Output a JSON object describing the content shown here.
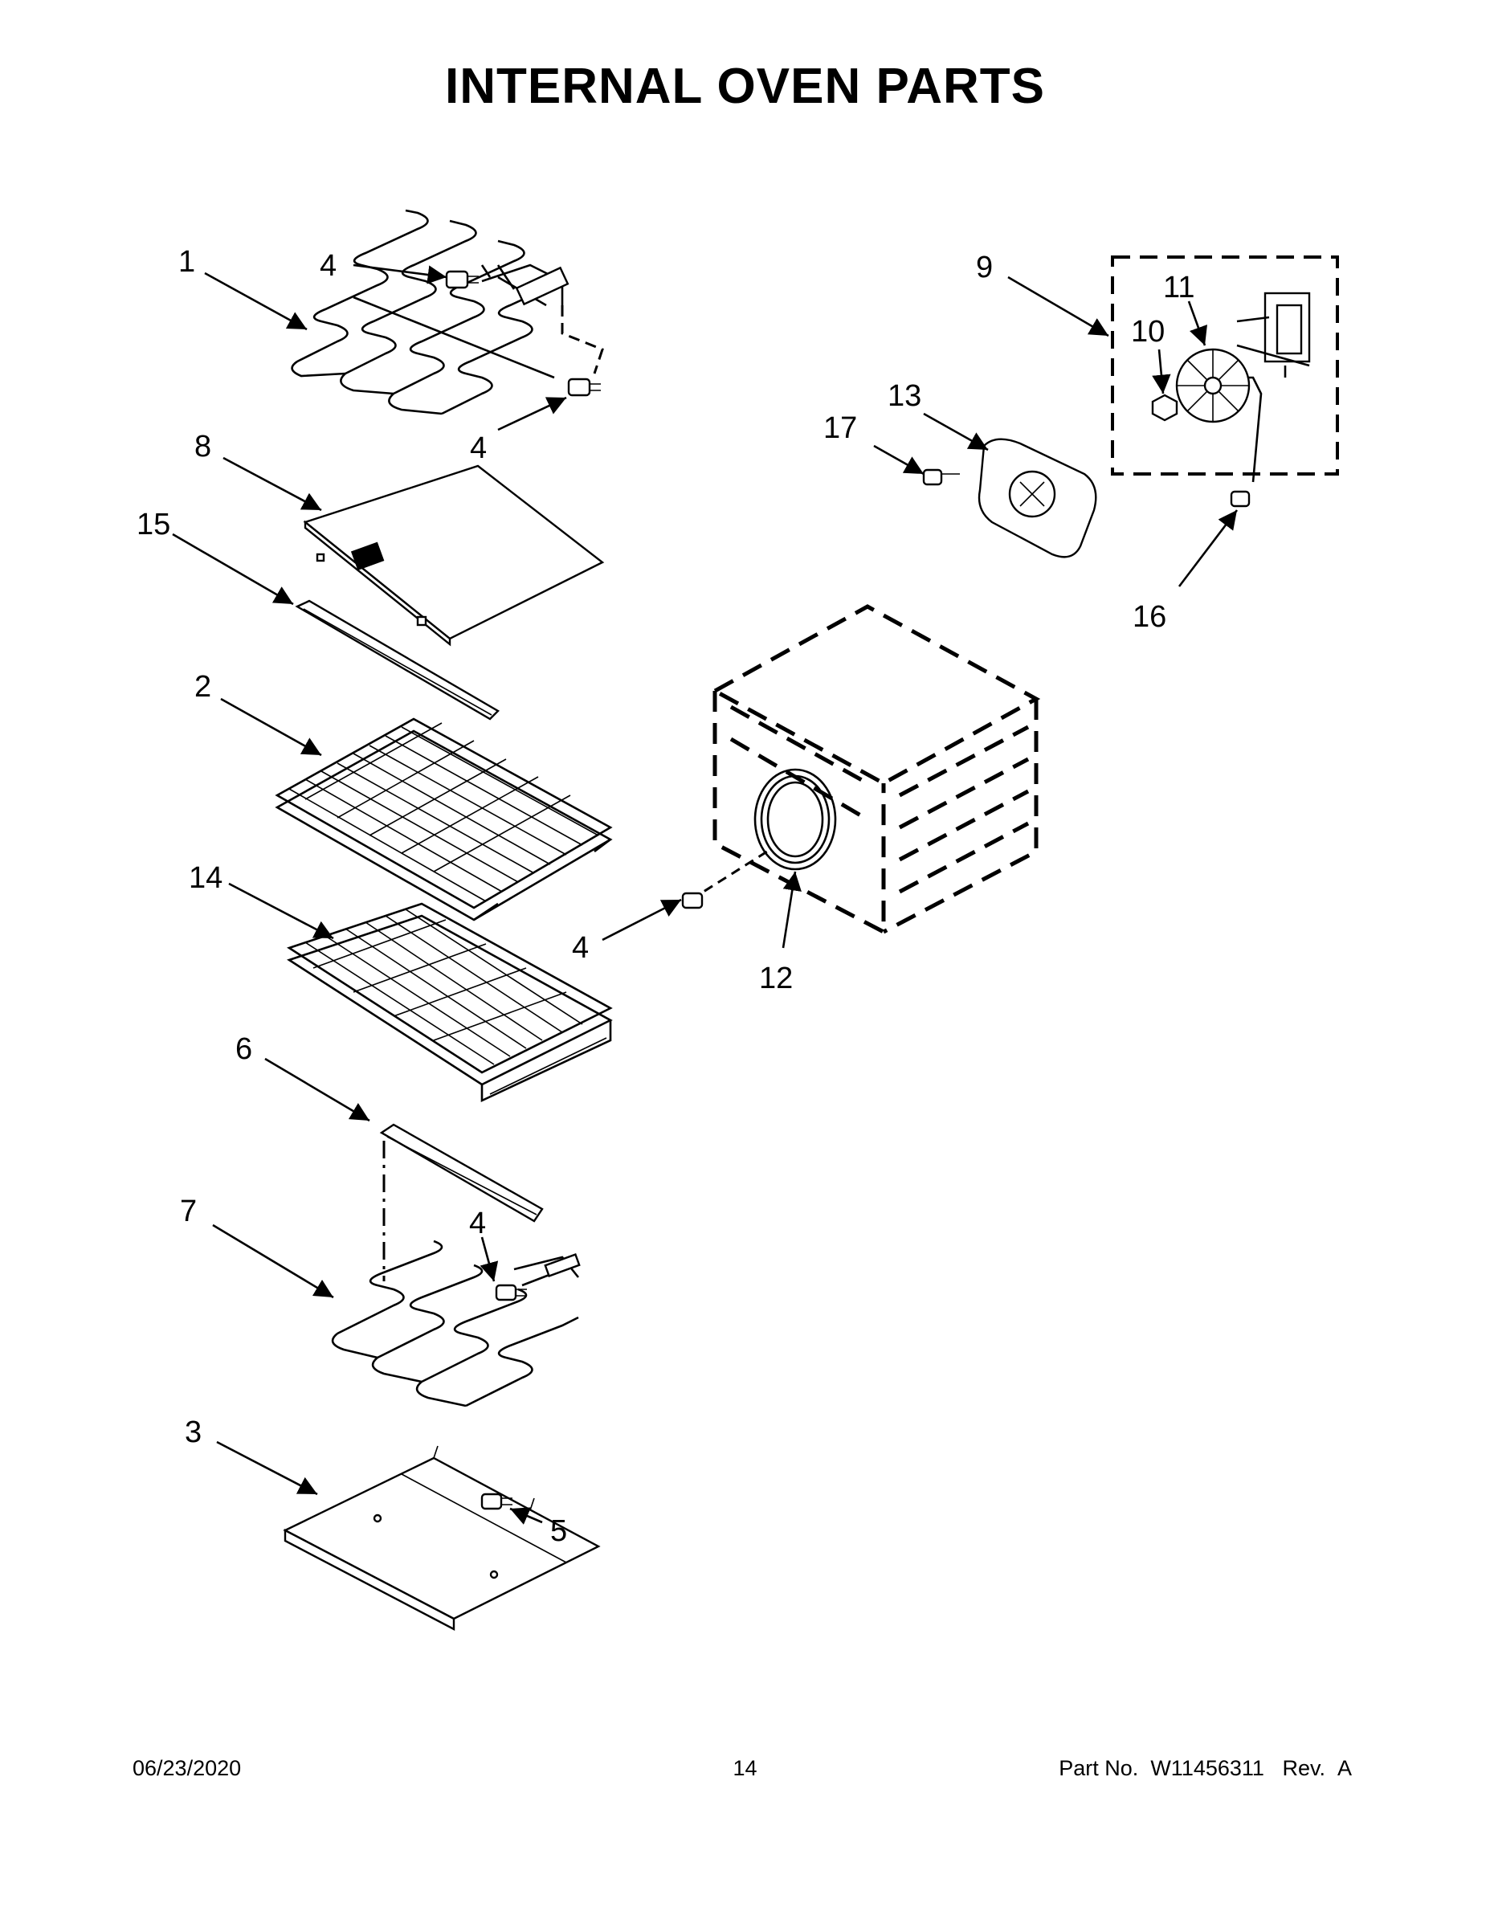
{
  "title": "INTERNAL OVEN PARTS",
  "footer": {
    "date": "06/23/2020",
    "page": "14",
    "part_label": "Part No.",
    "part_number": "W11456311",
    "rev_label": "Rev.",
    "rev": "A"
  },
  "callouts": {
    "c1": "1",
    "c2": "2",
    "c3": "3",
    "c4a": "4",
    "c4b": "4",
    "c4c": "4",
    "c4d": "4",
    "c5": "5",
    "c6": "6",
    "c7": "7",
    "c8": "8",
    "c9": "9",
    "c10": "10",
    "c11": "11",
    "c12": "12",
    "c13": "13",
    "c14": "14",
    "c15": "15",
    "c16": "16",
    "c17": "17"
  }
}
